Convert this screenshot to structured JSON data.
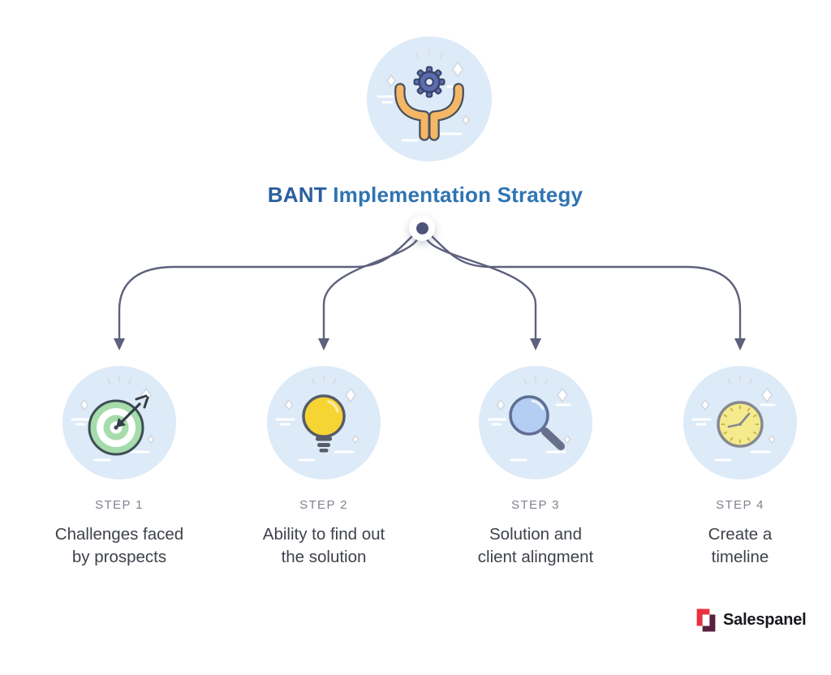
{
  "header": {
    "title_bant": "BANT",
    "title_rest": " Implementation Strategy",
    "hero_icon": "hands-holding-gear-icon"
  },
  "steps": [
    {
      "label": "STEP 1",
      "icon": "target-icon",
      "lines": [
        "Challenges faced",
        "by prospects"
      ]
    },
    {
      "label": "STEP 2",
      "icon": "lightbulb-icon",
      "lines": [
        "Ability to find out",
        "the solution"
      ]
    },
    {
      "label": "STEP 3",
      "icon": "magnifier-icon",
      "lines": [
        "Solution and",
        "client alingment"
      ]
    },
    {
      "label": "STEP 4",
      "icon": "clock-icon",
      "lines": [
        "Create a",
        "timeline"
      ]
    }
  ],
  "footer": {
    "brand": "Salespanel"
  },
  "colors": {
    "title_blue": "#2f74b2",
    "title_bant_blue": "#2b5f9f",
    "connector": "#5d617c",
    "badge_bg": "#ddeaf8",
    "step_label_gray": "#7f838e",
    "step_text_gray": "#3e424a",
    "target_green": "#a6dcab",
    "bulb_yellow": "#f6d434",
    "lens_blue": "#b4cdf2",
    "clock_yellow": "#f5ea8e",
    "gear_blue": "#5b6cb0",
    "hands_orange": "#f4b766",
    "logo_red": "#e8323e",
    "logo_maroon": "#5a2040"
  }
}
